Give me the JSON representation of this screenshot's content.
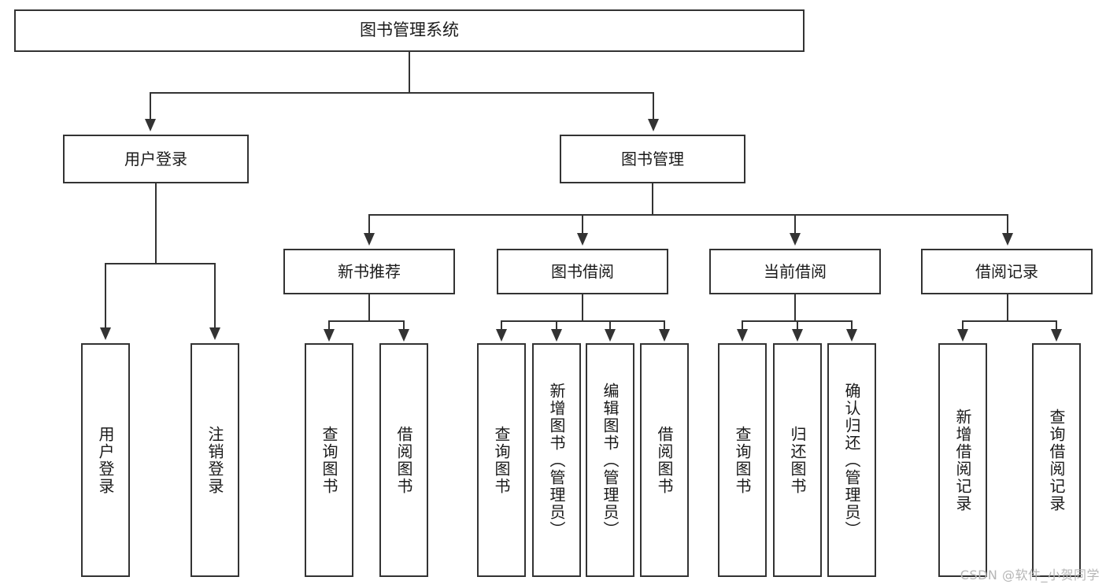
{
  "diagram": {
    "type": "tree",
    "title": "图书管理系统",
    "watermark": "CSDN @软件_小贺同学",
    "colors": {
      "stroke": "#333333",
      "fill": "#ffffff",
      "text": "#1a1a1a",
      "watermark": "#b6b6b6"
    },
    "nodes": {
      "root": {
        "label": "图书管理系统"
      },
      "level2": [
        {
          "label": "用户登录"
        },
        {
          "label": "图书管理"
        }
      ],
      "level3": [
        {
          "label": "新书推荐"
        },
        {
          "label": "图书借阅"
        },
        {
          "label": "当前借阅"
        },
        {
          "label": "借阅记录"
        }
      ],
      "leaves": {
        "user_login": [
          {
            "label": "用户登录"
          },
          {
            "label": "注销登录"
          }
        ],
        "new_book": [
          {
            "label": "查询图书"
          },
          {
            "label": "借阅图书"
          }
        ],
        "book_borrow": [
          {
            "label": "查询图书"
          },
          {
            "label": "新增图书（管理员）"
          },
          {
            "label": "编辑图书（管理员）"
          },
          {
            "label": "借阅图书"
          }
        ],
        "current_borrow": [
          {
            "label": "查询图书"
          },
          {
            "label": "归还图书"
          },
          {
            "label": "确认归还（管理员）"
          }
        ],
        "borrow_record": [
          {
            "label": "新增借阅记录"
          },
          {
            "label": "查询借阅记录"
          }
        ]
      }
    }
  }
}
